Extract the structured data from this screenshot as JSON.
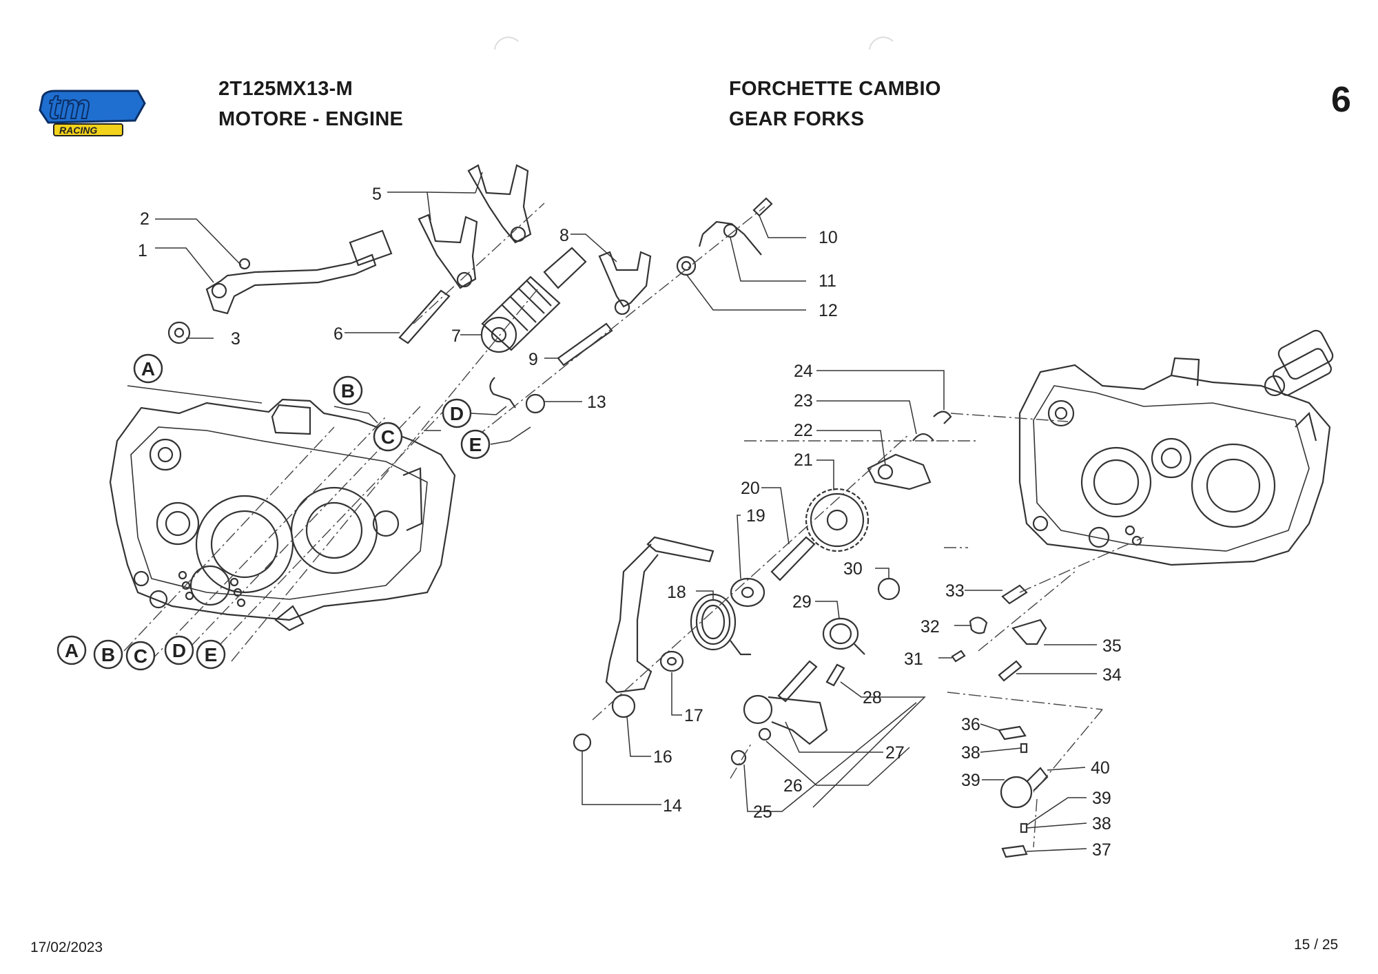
{
  "header": {
    "logo_text": "tm",
    "logo_subtext": "RACING",
    "model_code": "2T125MX13-M",
    "section": "MOTORE - ENGINE",
    "title_it": "FORCHETTE CAMBIO",
    "title_en": "GEAR FORKS",
    "table_number": "6"
  },
  "footer": {
    "date": "17/02/2023",
    "page": "15 / 25"
  },
  "diagram": {
    "callouts": [
      "1",
      "2",
      "3",
      "5",
      "6",
      "7",
      "8",
      "9",
      "10",
      "11",
      "12",
      "13",
      "14",
      "16",
      "17",
      "18",
      "19",
      "20",
      "21",
      "22",
      "23",
      "24",
      "25",
      "26",
      "27",
      "28",
      "29",
      "30",
      "31",
      "32",
      "33",
      "34",
      "35",
      "36",
      "37",
      "38",
      "38",
      "39",
      "39",
      "40"
    ],
    "reference_marks_top": [
      "A",
      "B",
      "C",
      "D",
      "E"
    ],
    "reference_marks_bottom": [
      "A",
      "B",
      "C",
      "D",
      "E"
    ]
  },
  "colors": {
    "logo_blue": "#1f6fd0",
    "logo_yellow": "#f2d21b",
    "line": "#333333"
  }
}
